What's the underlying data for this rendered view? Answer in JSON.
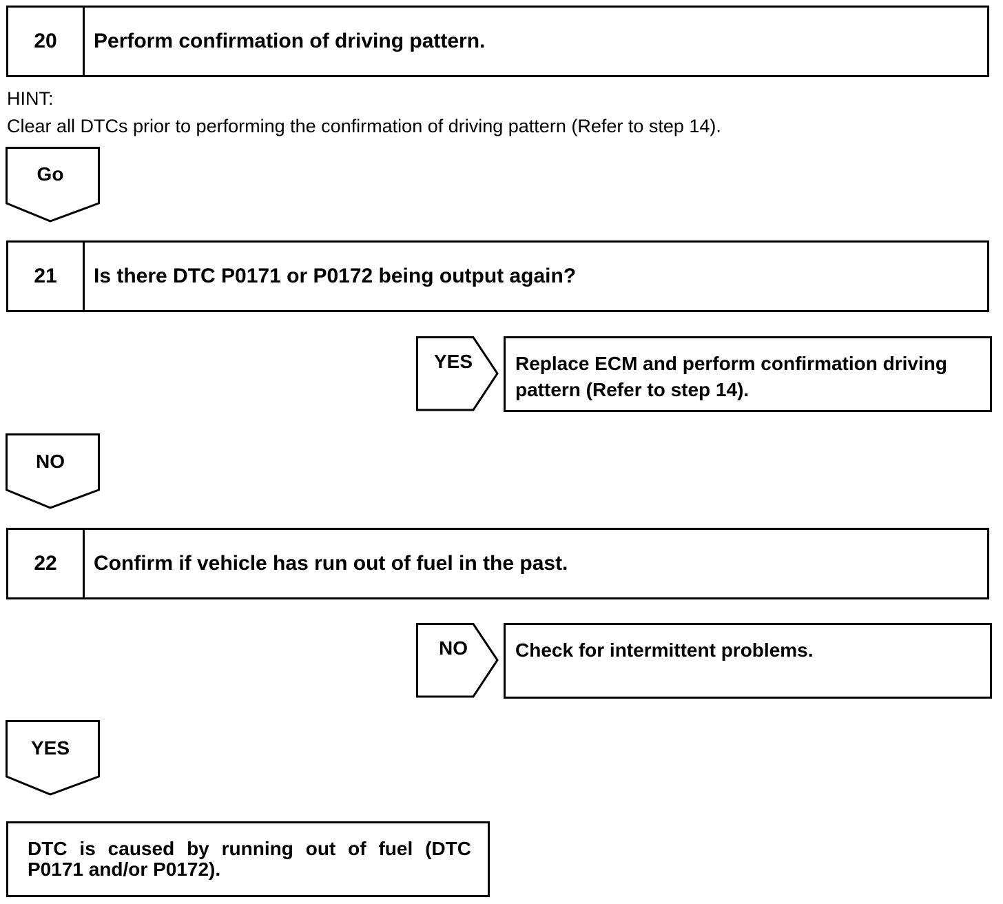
{
  "steps": [
    {
      "number": "20",
      "title": "Perform confirmation of driving pattern."
    },
    {
      "number": "21",
      "title": "Is there DTC P0171 or P0172 being output again?"
    },
    {
      "number": "22",
      "title": "Confirm if vehicle has run out of fuel in the past."
    }
  ],
  "hint": {
    "label": "HINT:",
    "text": "Clear all DTCs prior to performing the confirmation of driving pattern (Refer to step 14)."
  },
  "flow_down": [
    {
      "label": "Go"
    },
    {
      "label": "NO"
    },
    {
      "label": "YES"
    }
  ],
  "flow_right": [
    {
      "label": "YES",
      "result": "Replace  ECM and  perform  confirmation driving pattern (Refer to step 14)."
    },
    {
      "label": "NO",
      "result": "Check for intermittent problems."
    }
  ],
  "final_result": "DTC is caused by running out of fuel (DTC P0171 and/or P0172)."
}
